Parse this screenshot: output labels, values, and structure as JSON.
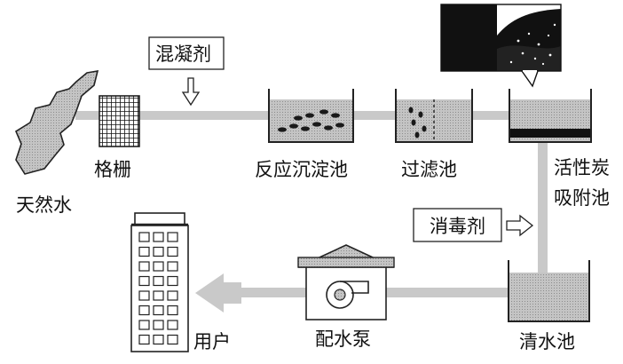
{
  "labels": {
    "natural_water": "天然水",
    "grid": "格栅",
    "coagulant": "混凝剂",
    "reaction_tank": "反应沉淀池",
    "filter_tank": "过滤池",
    "activated_carbon_1": "活性炭",
    "activated_carbon_2": "吸附池",
    "disinfectant": "消毒剂",
    "clear_water_tank": "清水池",
    "pump": "配水泵",
    "user": "用户"
  }
}
